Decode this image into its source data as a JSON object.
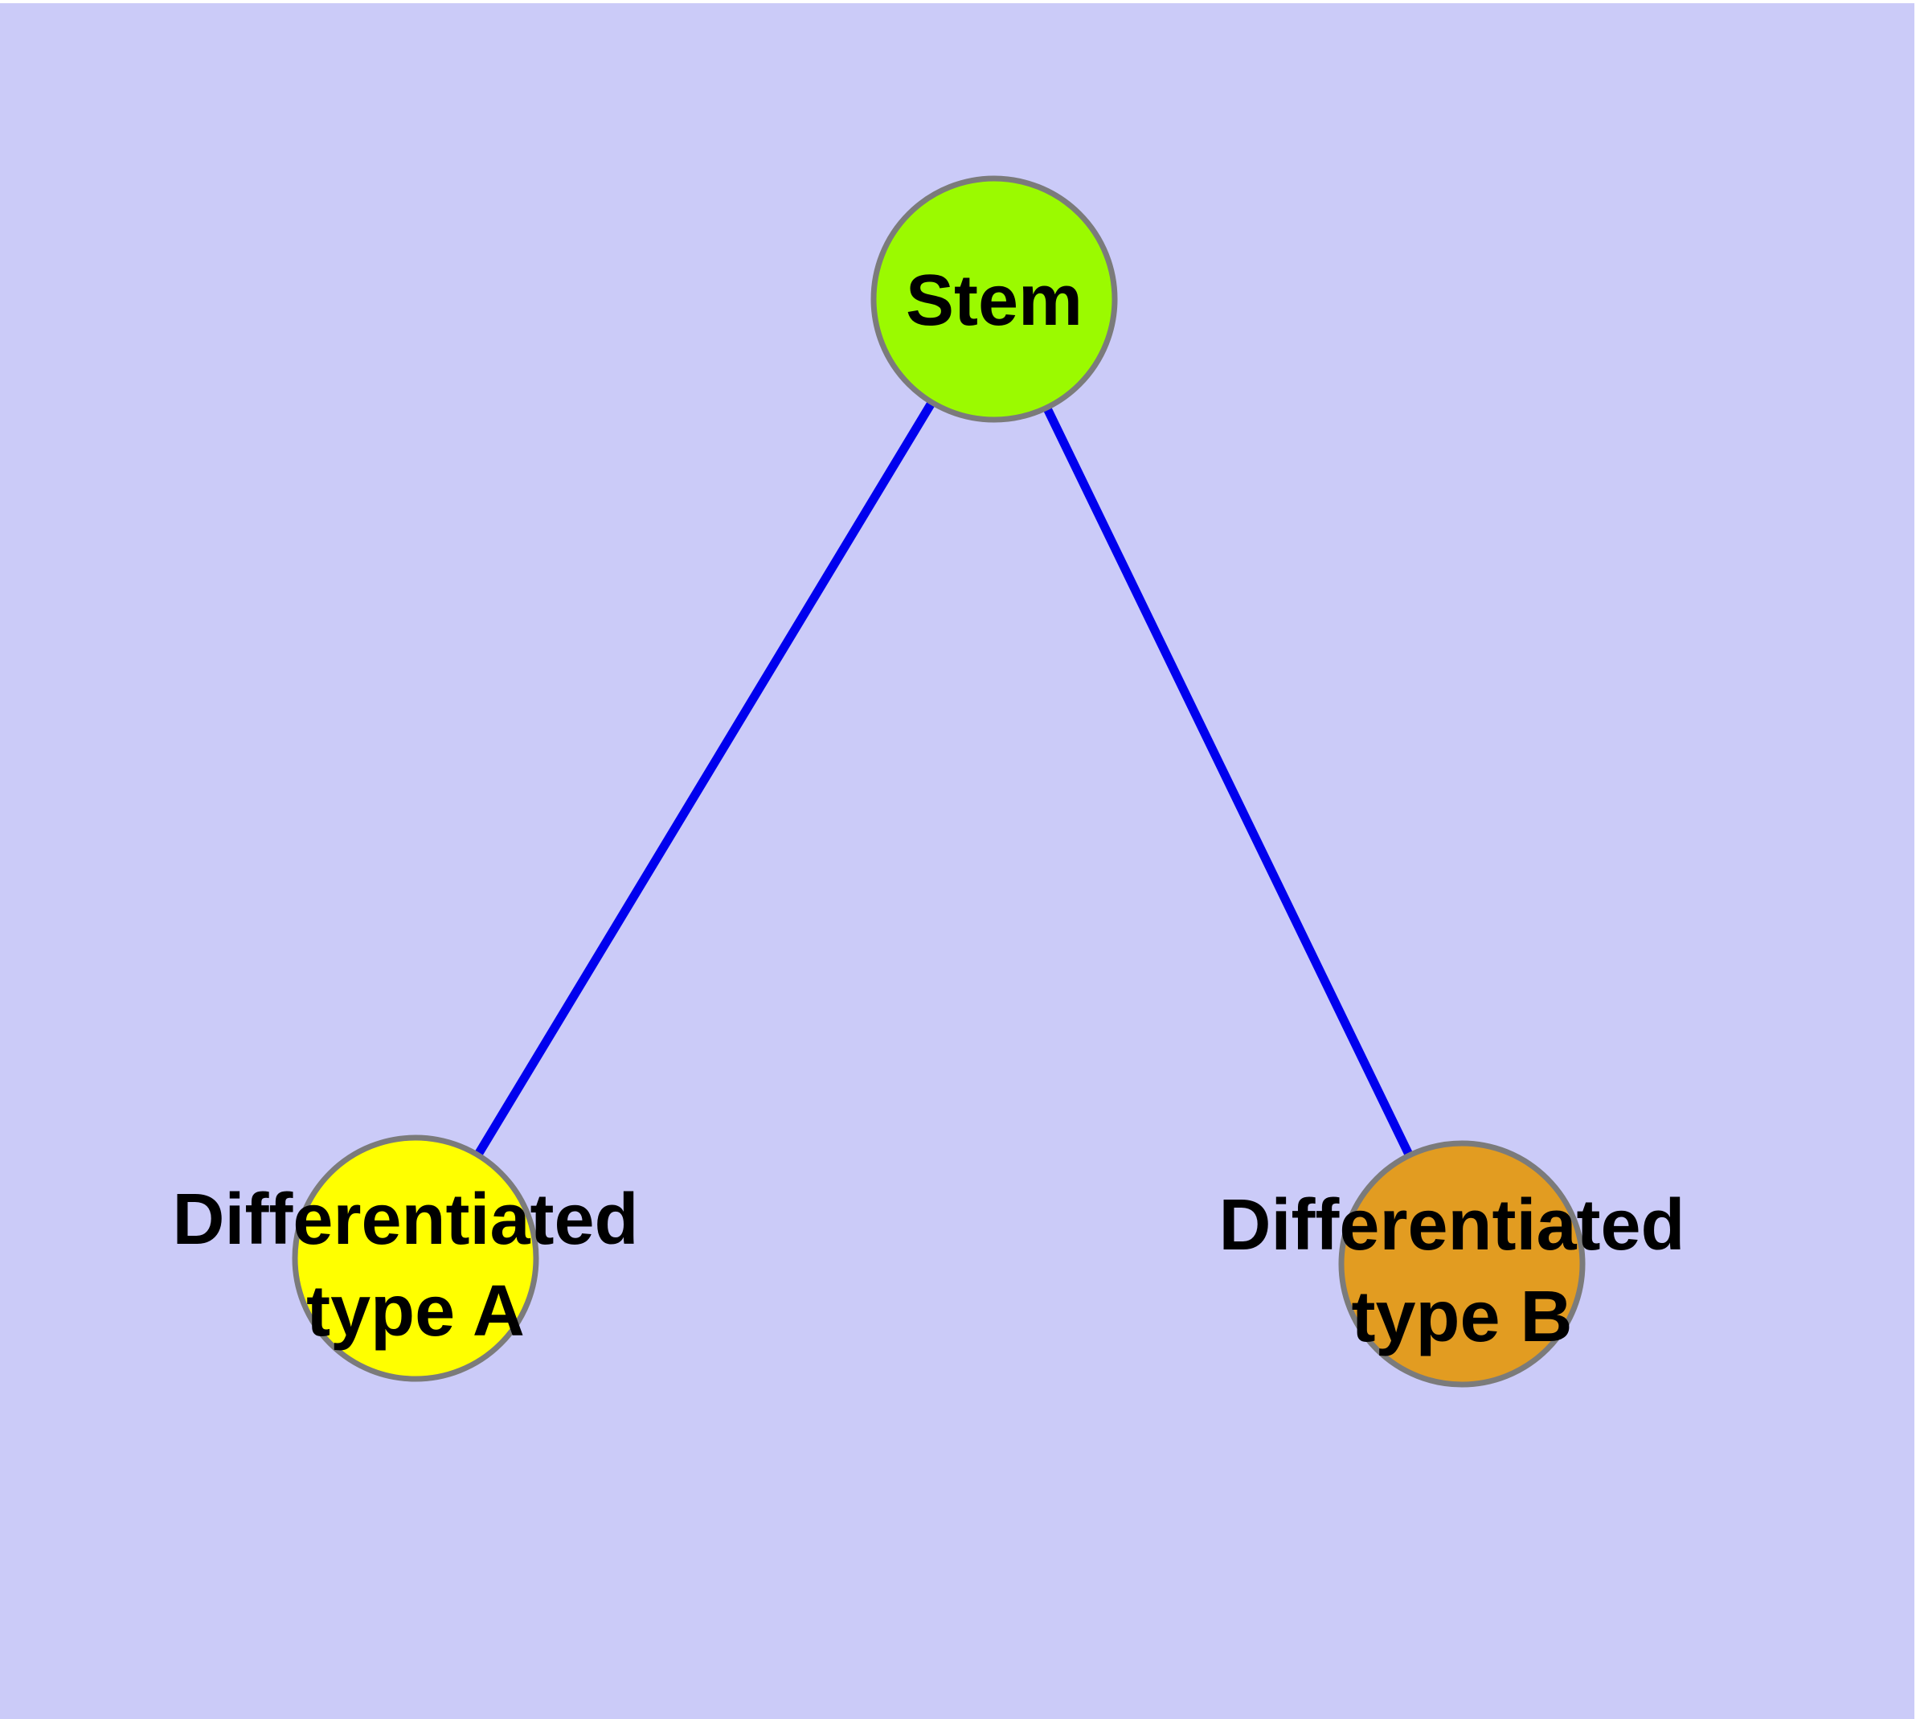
{
  "diagram": {
    "type": "node-link-graph",
    "background_color": "#CBCBF8",
    "page_color": "#FFFFFF",
    "edge_color": "#0000EE",
    "node_frame_color": "#7B7B7B",
    "label_color": "#000000",
    "nodes": [
      {
        "id": "stem",
        "label": "Stem",
        "lines": [
          "Stem"
        ],
        "fill": "#9BFA00"
      },
      {
        "id": "differentiated-type-a",
        "label": "Differentiated type A",
        "lines": [
          "Differentiated",
          "type A"
        ],
        "fill": "#FFFF00"
      },
      {
        "id": "differentiated-type-b",
        "label": "Differentiated type B",
        "lines": [
          "Differentiated",
          "type B"
        ],
        "fill": "#E29C21"
      }
    ],
    "edges": [
      {
        "from": "stem",
        "to": "differentiated-type-a"
      },
      {
        "from": "stem",
        "to": "differentiated-type-b"
      }
    ]
  }
}
